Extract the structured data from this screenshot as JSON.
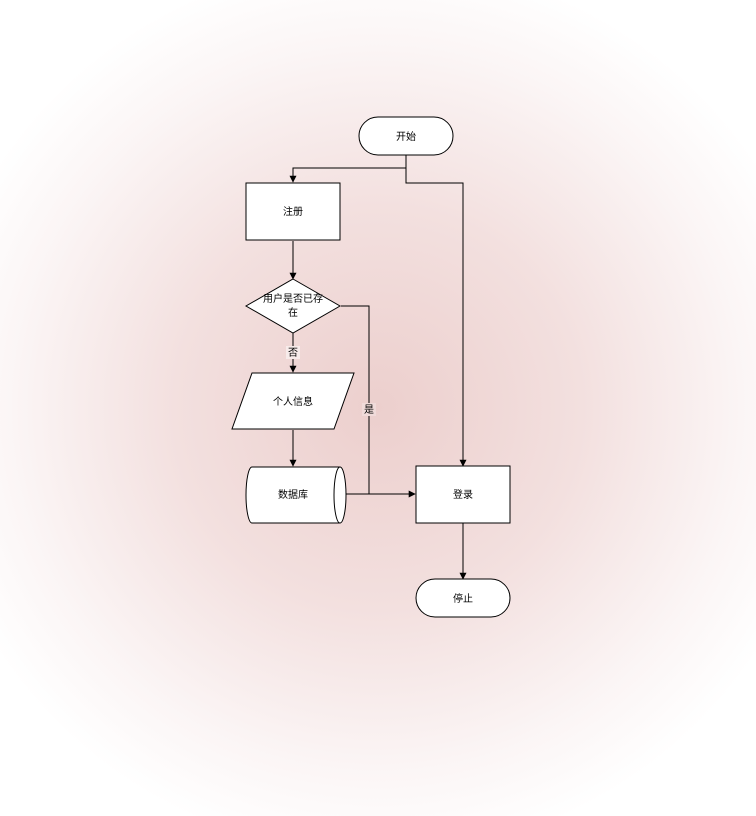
{
  "flowchart": {
    "start": "开始",
    "register": "注册",
    "decision_line1": "用户是否已存",
    "decision_line2": "在",
    "branch_no": "否",
    "branch_yes": "是",
    "personal_info": "个人信息",
    "database": "数据库",
    "login": "登录",
    "stop": "停止"
  },
  "colors": {
    "stroke": "#000000",
    "fill": "#ffffff",
    "background_center": "#eccfcd"
  }
}
